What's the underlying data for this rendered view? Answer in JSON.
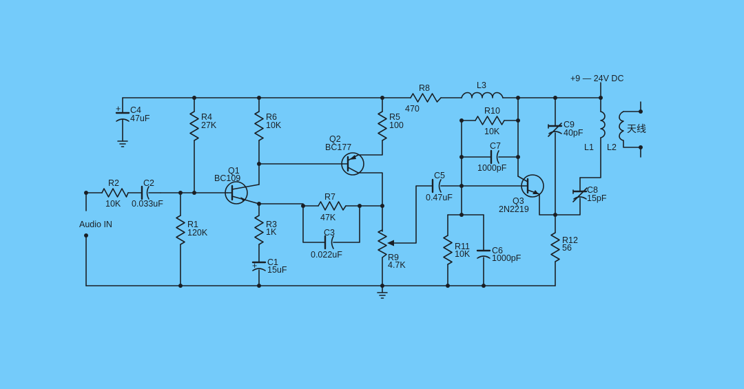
{
  "diagram": {
    "background_color": "#74cbfa",
    "wire_color": "#1a1f24",
    "supply_label": "+9 — 24V DC",
    "components": {
      "c4": {
        "name": "C4",
        "value": "47uF"
      },
      "r4": {
        "name": "R4",
        "value": "27K"
      },
      "r6": {
        "name": "R6",
        "value": "10K"
      },
      "r5": {
        "name": "R5",
        "value": "100"
      },
      "r8": {
        "name": "R8",
        "value": "470"
      },
      "l3": {
        "name": "L3"
      },
      "r10": {
        "name": "R10",
        "value": "10K"
      },
      "c7": {
        "name": "C7",
        "value": "1000pF"
      },
      "c9": {
        "name": "C9",
        "value": "40pF"
      },
      "l1": {
        "name": "L1"
      },
      "l2": {
        "name": "L2"
      },
      "antenna": {
        "label": "天线"
      },
      "q2": {
        "name": "Q2",
        "value": "BC177"
      },
      "q1": {
        "name": "Q1",
        "value": "BC109"
      },
      "r2": {
        "name": "R2",
        "value": "10K"
      },
      "c2": {
        "name": "C2",
        "value": "0.033uF"
      },
      "c5": {
        "name": "C5",
        "value": "0.47uF"
      },
      "q3": {
        "name": "Q3",
        "value": "2N2219"
      },
      "c8": {
        "name": "C8",
        "value": "15pF"
      },
      "r7": {
        "name": "R7",
        "value": "47K"
      },
      "c3": {
        "name": "C3",
        "value": "0.022uF"
      },
      "r1": {
        "name": "R1",
        "value": "120K"
      },
      "r3": {
        "name": "R3",
        "value": "1K"
      },
      "r9": {
        "name": "R9",
        "value": "4.7K"
      },
      "r11": {
        "name": "R11",
        "value": "10K"
      },
      "c6": {
        "name": "C6",
        "value": "1000pF"
      },
      "r12": {
        "name": "R12",
        "value": "56"
      },
      "c1": {
        "name": "C1",
        "value": "15uF"
      }
    },
    "input_label": "Audio IN",
    "polarity_mark": "+"
  }
}
